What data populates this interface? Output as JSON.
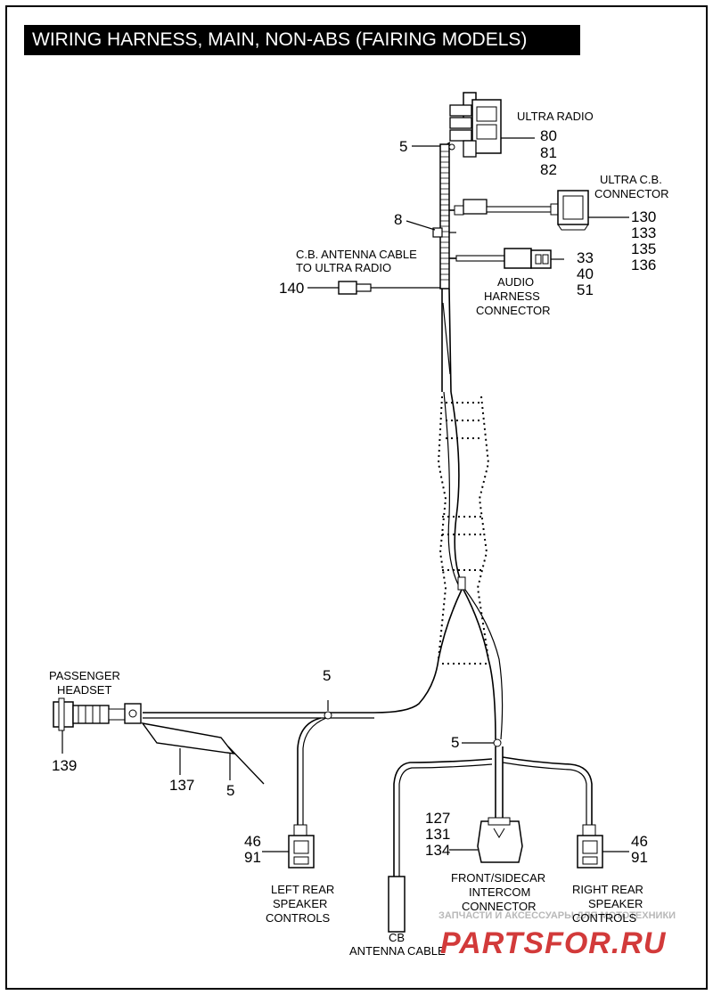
{
  "title": "WIRING HARNESS, MAIN, NON-ABS (FAIRING MODELS)",
  "labels": {
    "ultra_radio": "ULTRA RADIO",
    "ultra_cb_1": "ULTRA C.B.",
    "ultra_cb_2": "CONNECTOR",
    "cb_antenna_1": "C.B. ANTENNA CABLE",
    "cb_antenna_2": "TO ULTRA RADIO",
    "audio_1": "AUDIO",
    "audio_2": "HARNESS",
    "audio_3": "CONNECTOR",
    "passenger_1": "PASSENGER",
    "passenger_2": "HEADSET",
    "left_rear_1": "LEFT REAR",
    "left_rear_2": "SPEAKER",
    "left_rear_3": "CONTROLS",
    "front_1": "FRONT/SIDECAR",
    "front_2": "INTERCOM",
    "front_3": "CONNECTOR",
    "right_rear_1": "RIGHT REAR",
    "right_rear_2": "SPEAKER",
    "right_rear_3": "CONTROLS",
    "cb_cable_1": "CB",
    "cb_cable_2": "ANTENNA CABLE"
  },
  "callouts": {
    "radio_clip": "5",
    "radio_parts": [
      "80",
      "81",
      "82"
    ],
    "clamp": "8",
    "cb_parts": [
      "130",
      "133",
      "135",
      "136"
    ],
    "audio_parts": [
      "33",
      "40",
      "51"
    ],
    "antenna_part": "140",
    "headset_clip": "5",
    "headset_part": "139",
    "bag_part": "137",
    "bag_clip": "5",
    "junction_clip": "5",
    "left_parts": [
      "46",
      "91"
    ],
    "front_parts": [
      "127",
      "131",
      "134"
    ],
    "right_parts": [
      "46",
      "91"
    ]
  },
  "watermark": {
    "line1": "ЗАПЧАСТИ И АКСЕССУАРЫ ДЛЯ МОТОТЕХНИКИ",
    "line2": "PARTSFOR.RU"
  }
}
